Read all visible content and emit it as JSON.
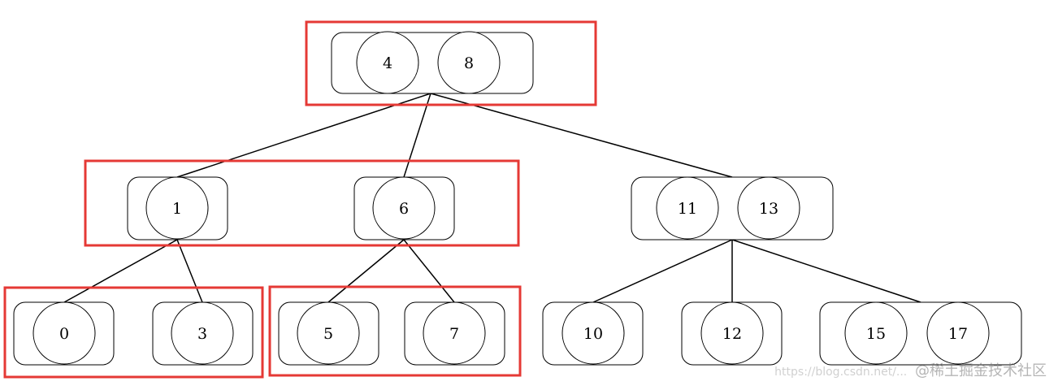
{
  "diagram": {
    "colors": {
      "highlight": "#e53935",
      "accent_circle": "#16a085",
      "line": "#000000"
    },
    "nodes": [
      {
        "id": "root",
        "keys": [
          "4",
          "8"
        ],
        "highlighted": true,
        "accent_key": 0
      },
      {
        "id": "n1",
        "keys": [
          "1"
        ],
        "highlighted": true
      },
      {
        "id": "n6",
        "keys": [
          "6"
        ],
        "highlighted": true
      },
      {
        "id": "n11",
        "keys": [
          "11",
          "13"
        ],
        "highlighted": false
      },
      {
        "id": "n0",
        "keys": [
          "0"
        ],
        "highlighted": true
      },
      {
        "id": "n3",
        "keys": [
          "3"
        ],
        "highlighted": true
      },
      {
        "id": "n5",
        "keys": [
          "5"
        ],
        "highlighted": true
      },
      {
        "id": "n7",
        "keys": [
          "7"
        ],
        "highlighted": true
      },
      {
        "id": "n10",
        "keys": [
          "10"
        ],
        "highlighted": false
      },
      {
        "id": "n12",
        "keys": [
          "12"
        ],
        "highlighted": false
      },
      {
        "id": "n15",
        "keys": [
          "15",
          "17"
        ],
        "highlighted": false
      }
    ],
    "edges": [
      [
        "root",
        "n1"
      ],
      [
        "root",
        "n6"
      ],
      [
        "root",
        "n11"
      ],
      [
        "n1",
        "n0"
      ],
      [
        "n1",
        "n3"
      ],
      [
        "n6",
        "n5"
      ],
      [
        "n6",
        "n7"
      ],
      [
        "n11",
        "n10"
      ],
      [
        "n11",
        "n12"
      ],
      [
        "n11",
        "n15"
      ]
    ]
  },
  "watermark": {
    "url": "https://blog.csdn.net/...",
    "text": "@稀土掘金技术社区"
  }
}
